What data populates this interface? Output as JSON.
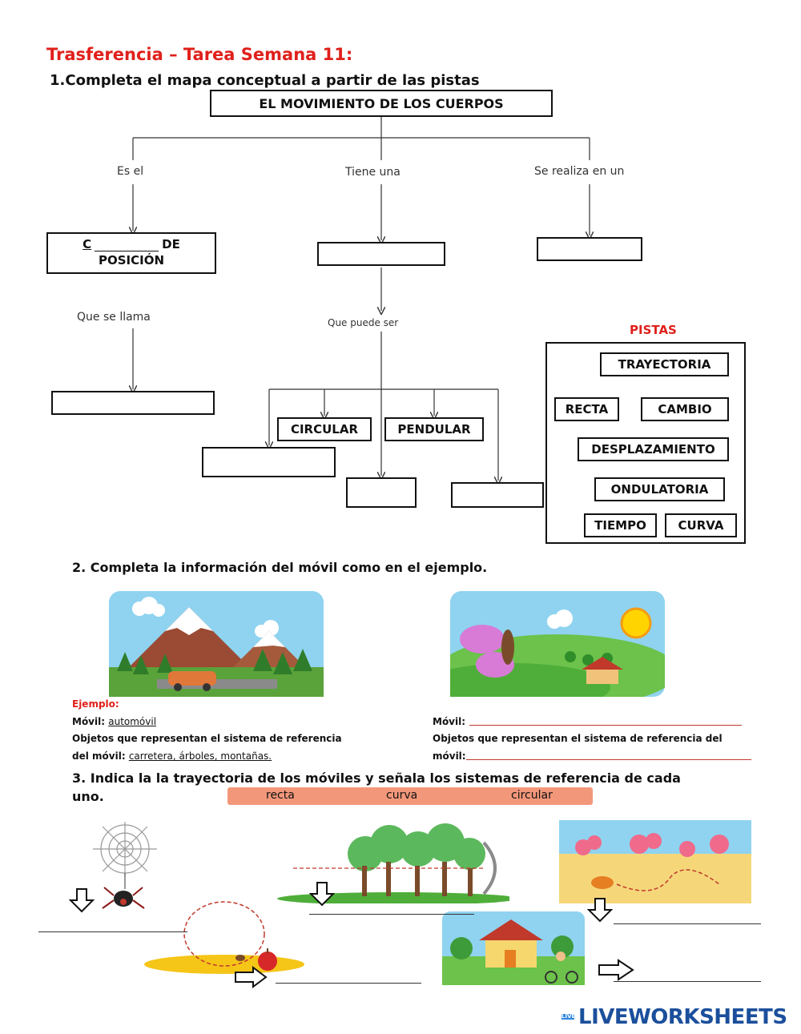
{
  "title": "Trasferencia – Tarea Semana 11:",
  "q1": {
    "heading": "1.Completa el mapa conceptual a partir de las pistas",
    "root": "EL MOVIMIENTO DE LOS CUERPOS",
    "link_left": "Es el",
    "link_mid": "Tiene una",
    "link_right": "Se realiza en un",
    "box_left_c": "C",
    "box_left_de": "DE",
    "box_left_pos": "POSICIÓN",
    "link_left2": "Que se llama",
    "link_mid2": "Que puede ser",
    "opt_circular": "CIRCULAR",
    "opt_pendular": "PENDULAR",
    "pistas_title": "PISTAS",
    "pistas": [
      "TRAYECTORIA",
      "RECTA",
      "CAMBIO",
      "DESPLAZAMIENTO",
      "ONDULATORIA",
      "TIEMPO",
      "CURVA"
    ]
  },
  "q2": {
    "heading": "2. Completa la información del móvil como en el ejemplo.",
    "ejemplo": "Ejemplo:",
    "movil_label": "Móvil:",
    "movil_value": "automóvil",
    "objetos_label1": "Objetos que representan el sistema de referencia",
    "objetos_label2": "del móvil:",
    "objetos_value": "carretera, árboles, montañas.",
    "right_movil": "Móvil:",
    "right_obj1": "Objetos que representan el sistema de referencia del",
    "right_obj2": "móvil:"
  },
  "q3": {
    "heading1": "3. Indica la la trayectoria de los móviles y señala los sistemas de referencia de cada",
    "heading2": "uno.",
    "options": [
      "recta",
      "curva",
      "circular"
    ],
    "options_bg": "#f3977a"
  },
  "footer": {
    "brand": "LIVEWORKSHEETS",
    "logo_letters": "LIVE"
  },
  "colors": {
    "title_red": "#e0201b"
  }
}
